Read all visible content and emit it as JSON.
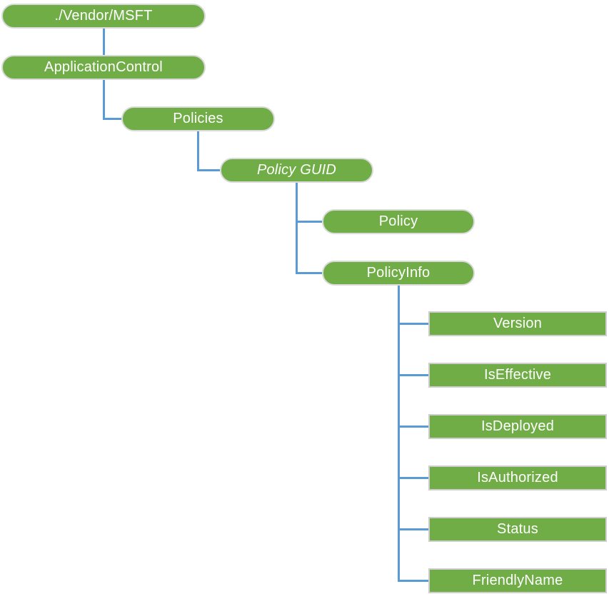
{
  "diagram": {
    "type": "tree",
    "description": "CSP node hierarchy tree diagram",
    "nodes": [
      {
        "id": "vendor-msft",
        "label": "./Vendor/MSFT",
        "shape": "pill",
        "italic": false
      },
      {
        "id": "application-control",
        "label": "ApplicationControl",
        "shape": "pill",
        "italic": false
      },
      {
        "id": "policies",
        "label": "Policies",
        "shape": "pill",
        "italic": false
      },
      {
        "id": "policy-guid",
        "label": "Policy GUID",
        "shape": "pill",
        "italic": true
      },
      {
        "id": "policy",
        "label": "Policy",
        "shape": "pill",
        "italic": false
      },
      {
        "id": "policy-info",
        "label": "PolicyInfo",
        "shape": "pill",
        "italic": false
      },
      {
        "id": "version",
        "label": "Version",
        "shape": "rect",
        "italic": false
      },
      {
        "id": "is-effective",
        "label": "IsEffective",
        "shape": "rect",
        "italic": false
      },
      {
        "id": "is-deployed",
        "label": "IsDeployed",
        "shape": "rect",
        "italic": false
      },
      {
        "id": "is-authorized",
        "label": "IsAuthorized",
        "shape": "rect",
        "italic": false
      },
      {
        "id": "status",
        "label": "Status",
        "shape": "rect",
        "italic": false
      },
      {
        "id": "friendly-name",
        "label": "FriendlyName",
        "shape": "rect",
        "italic": false
      }
    ],
    "hierarchy": {
      "./Vendor/MSFT": [
        "ApplicationControl"
      ],
      "ApplicationControl": [
        "Policies"
      ],
      "Policies": [
        "Policy GUID"
      ],
      "Policy GUID": [
        "Policy",
        "PolicyInfo"
      ],
      "PolicyInfo": [
        "Version",
        "IsEffective",
        "IsDeployed",
        "IsAuthorized",
        "Status",
        "FriendlyName"
      ]
    },
    "colors": {
      "node_fill": "#70AD47",
      "node_text": "#FFFFFF",
      "connector": "#5B9BD5",
      "pill_border": "#D9D9D9",
      "rect_border": "#CFCDCD"
    }
  }
}
